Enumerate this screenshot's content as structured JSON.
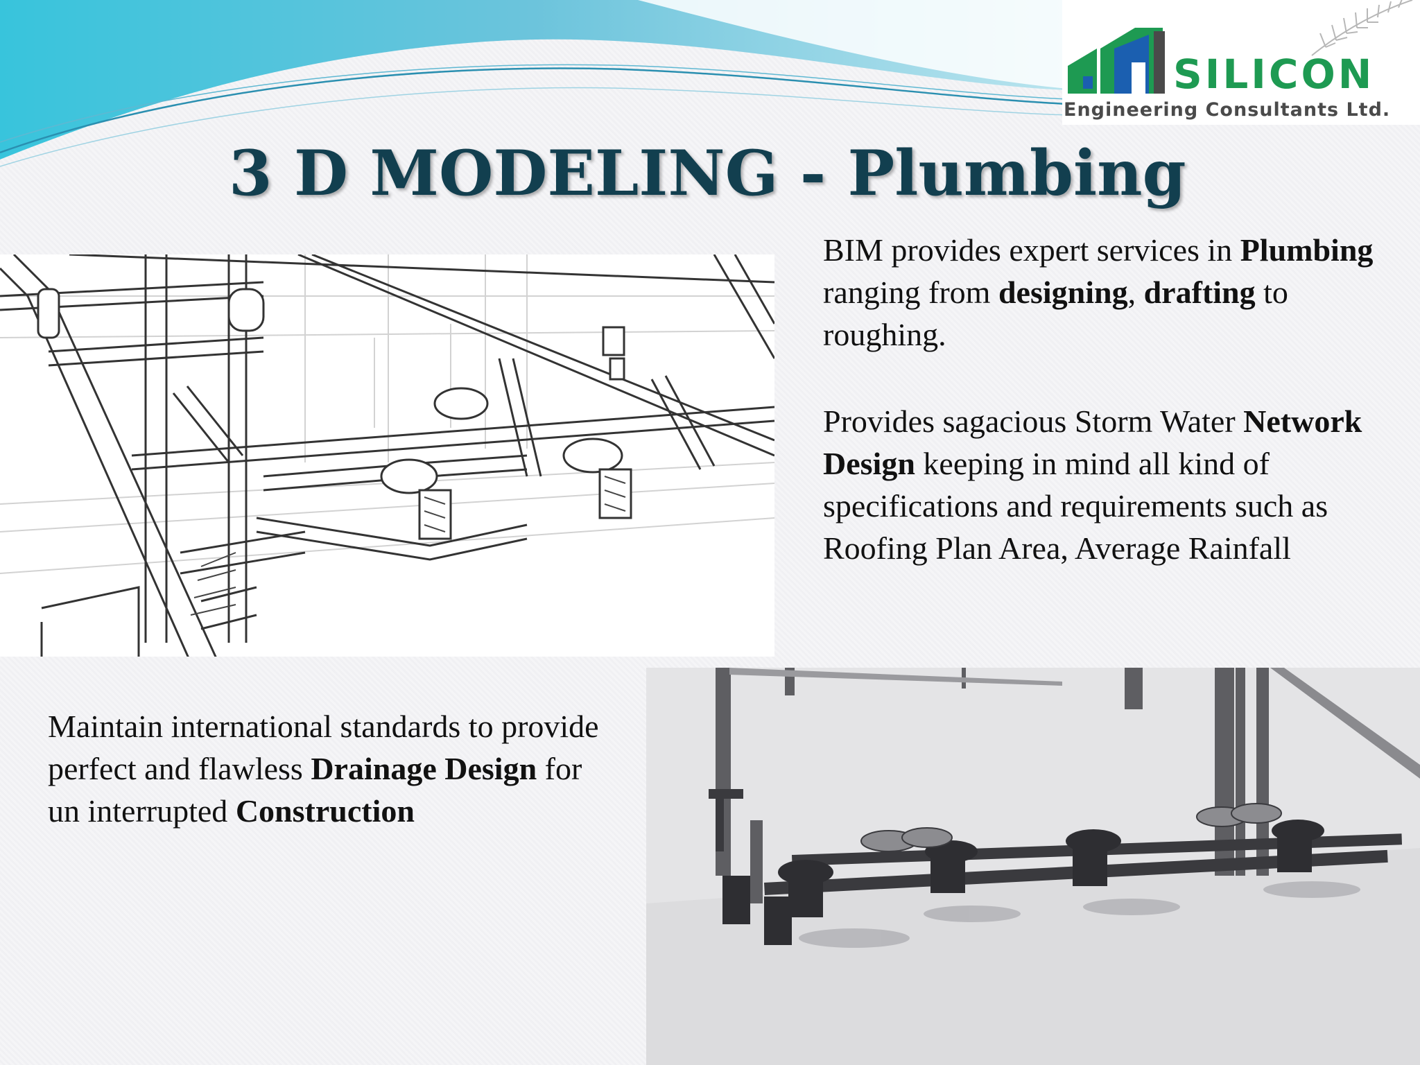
{
  "slide": {
    "title": "3 D MODELING - Plumbing"
  },
  "logo": {
    "name": "SILICON",
    "subtitle": "Engineering Consultants Ltd."
  },
  "paragraphs": {
    "p1": {
      "t1": "BIM provides expert services in ",
      "b1": "Plumbing",
      "t2": " ranging from ",
      "b2": "designing",
      "t3": ", ",
      "b3": "drafting",
      "t4": " to roughing."
    },
    "p2": {
      "t1": "Provides sagacious Storm Water ",
      "b1": "Network Design",
      "t2": " keeping in mind all kind of specifications and requirements such as Roofing Plan Area, Average Rainfall"
    },
    "p3": {
      "t1": "Maintain international standards to provide perfect and flawless ",
      "b1": "Drainage Design",
      "t2": " for un interrupted ",
      "b2": "Construction"
    }
  },
  "colors": {
    "title": "#123f4f",
    "wave_light": "#a8dbe8",
    "wave_dark": "#3bb0cf",
    "logo_green": "#1e9a52",
    "logo_blue": "#1b5fb0"
  },
  "images": {
    "top_left": "plumbing-wireframe-render-icon",
    "bottom_right": "plumbing-shaded-render-icon"
  }
}
